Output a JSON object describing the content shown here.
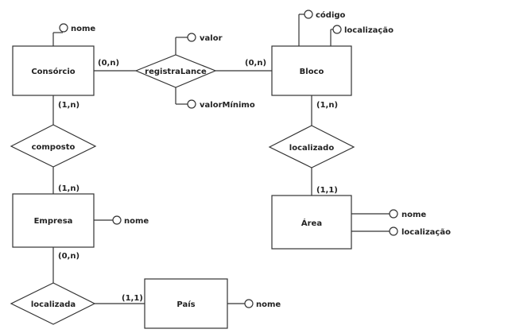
{
  "entities": {
    "consorcio": "Consórcio",
    "bloco": "Bloco",
    "empresa": "Empresa",
    "area": "Área",
    "pais": "País"
  },
  "relationships": {
    "registra_lance": "registraLance",
    "composto": "composto",
    "localizado": "localizado",
    "localizada": "localizada"
  },
  "attributes": {
    "consorcio_nome": "nome",
    "registra_valor": "valor",
    "registra_valor_minimo": "valorMínimo",
    "bloco_codigo": "código",
    "bloco_localizacao": "localização",
    "empresa_nome": "nome",
    "area_nome": "nome",
    "area_localizacao": "localização",
    "pais_nome": "nome"
  },
  "cardinalities": {
    "consorcio_registra": "(0,n)",
    "bloco_registra": "(0,n)",
    "consorcio_composto": "(1,n)",
    "empresa_composto": "(1,n)",
    "bloco_localizado": "(1,n)",
    "area_localizado": "(1,1)",
    "empresa_localizada": "(0,n)",
    "pais_localizada": "(1,1)"
  }
}
